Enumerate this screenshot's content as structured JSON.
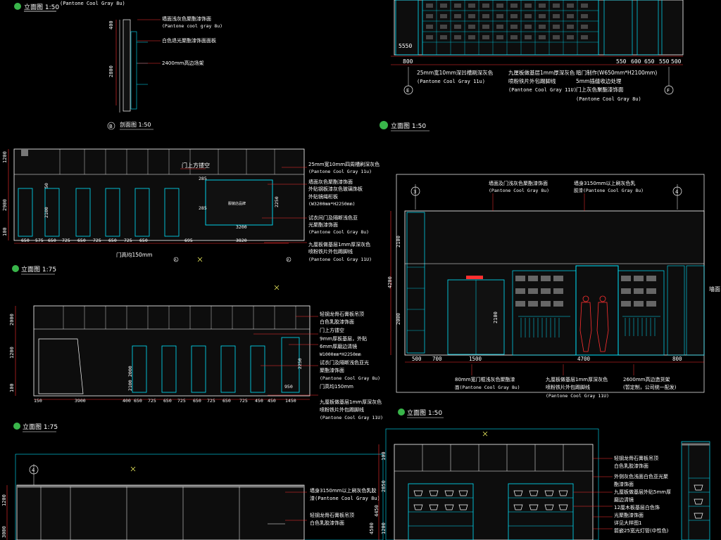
{
  "colors": {
    "background": "#000000",
    "outline": "#ffffff",
    "panel": "#00e5ff",
    "dimension": "#ff3030",
    "fill_dark": "#0d0d0d",
    "title_badge": "#39b54a",
    "leader": "#ff3030"
  },
  "views": {
    "top_left": {
      "title": "立面图 1:50",
      "pantone": "(Pantone Cool Gray 8u)"
    },
    "section_b": {
      "marker": "B",
      "title": "剖面图 1:50",
      "dims": [
        "400",
        "2800"
      ],
      "notes": [
        "墙面浅灰色聚酯漆饰面",
        "(Pantone cool gray 8u)",
        "白色退光聚酯漆饰面面板",
        "2400mm高边场架"
      ]
    },
    "top_right": {
      "title": "立面图 1:50",
      "dims": [
        "800",
        "550",
        "600",
        "650",
        "550",
        "500",
        "5550"
      ],
      "axes": [
        "E",
        "F"
      ],
      "notes": [
        "25mm宽10mm深凹槽刷深灰色",
        "(Pantone Cool Gray 11u)",
        "九厘板做基层1mm厚深灰色",
        "喷粉铁片外包踢脚线",
        "(Pantone Cool Gray 11U)",
        "暗门制作(W650mm*H2100mm)",
        "5mm插缝收边处理",
        "门上灰色聚酯漆饰面",
        "(Pantone Cool Gray 8u)"
      ]
    },
    "mid_left": {
      "title": "立面图 1:75",
      "door_note": "门上方镂空",
      "panel_text": "服装店品牌",
      "door_height": "门高均150mm",
      "dims_v": [
        "1200",
        "2900",
        "100"
      ],
      "dims_h": [
        "650",
        "575",
        "650",
        "725",
        "650",
        "725",
        "650",
        "725",
        "650",
        "695",
        "3820"
      ],
      "inner_dims": [
        "2250",
        "3200",
        "285",
        "285",
        "50",
        "2100"
      ],
      "axes": [
        "A",
        "A"
      ],
      "notes": [
        "25mm宽10mm四周槽刷深灰色",
        "(Pantone Cool Gray 11u)",
        "墙面灰色聚酯漆饰面",
        "外贴钢板漆灰色玻璃饰板",
        "外贴镜绳桁板",
        "(W3200mm*H2250mm)",
        "试衣间门及隔断浅色亚",
        "光聚酯漆饰面",
        "(Pantone Cool Gray 8u)",
        "九厘板做基层1mm厚深灰色",
        "喷粉铁片外包踢脚线",
        "(Pantone Cool Gray 11U)"
      ]
    },
    "mid_right": {
      "title": "立面图 1:50",
      "axes": [
        "3",
        "4"
      ],
      "dims_v": [
        "2100",
        "4200",
        "2000"
      ],
      "dims_h": [
        "500",
        "700",
        "1500",
        "4700",
        "800"
      ],
      "door_dim": "2100",
      "notes": [
        "墙面及门浅灰色聚酯漆饰面",
        "(Pantone Cool Gray 8u)",
        "墙身3150mm以上刷灰色乳",
        "胶漆(Pantone Cool Gray 8u)",
        "80mm宽门框浅灰色聚酯漆",
        "面(Pantone Cool Gray 8u)",
        "九厘板做基层1mm厚深灰色",
        "喷粉铁片外包踢脚线",
        "(Pantone Cool Gray 11U)",
        "2600mm高边造货架",
        "(暂定制，公司统一配发)",
        "墙面"
      ]
    },
    "lower_left": {
      "title": "立面图 1:75",
      "dims_v": [
        "2000",
        "100",
        "1200"
      ],
      "dims_h": [
        "150",
        "3900",
        "400",
        "650",
        "725",
        "650",
        "725",
        "650",
        "725",
        "650",
        "725",
        "450",
        "450",
        "1450"
      ],
      "inner_dims": [
        "2000",
        "2250",
        "2100",
        "950"
      ],
      "notes": [
        "轻钢龙骨石膏板吊顶",
        "白色乳胶漆饰面",
        "门上方镂空",
        "9mm厚板基层，外贴",
        "6mm厚磨边清镜",
        "W1000mm*H2250mm",
        "试衣门及隔断浅色亚光",
        "聚酯漆饰面",
        "(Pantone Cool Gray 8u)",
        "门高均150mm",
        "九厘板做基层1mm厚深灰色",
        "喷粉铁片外包踢脚线",
        "(Pantone Cool Gray 11U)"
      ]
    },
    "bottom_left": {
      "axis": "4",
      "dims_v": [
        "1200",
        "3000"
      ],
      "notes": [
        "墙身3150mm以上刷灰色乳胶",
        "漆(Pantone Cool Gray 8u)",
        "轻钢龙骨石膏板吊顶",
        "白色乳胶漆饰面"
      ]
    },
    "bottom_right": {
      "dims_v": [
        "100",
        "2850",
        "1200",
        "4450",
        "4500"
      ],
      "notes": [
        "轻钢龙骨石膏板吊顶",
        "白色乳胶漆饰面",
        "外侧灰色浅面白色亚光聚",
        "酯漆饰面",
        "九厘板做基层外贴5mm厚",
        "磨边清镜",
        "12厘木板基层白色饰",
        "光聚酯漆饰面",
        "详见大样图1",
        "箭嵌25宽光灯管(中性色)"
      ]
    }
  }
}
